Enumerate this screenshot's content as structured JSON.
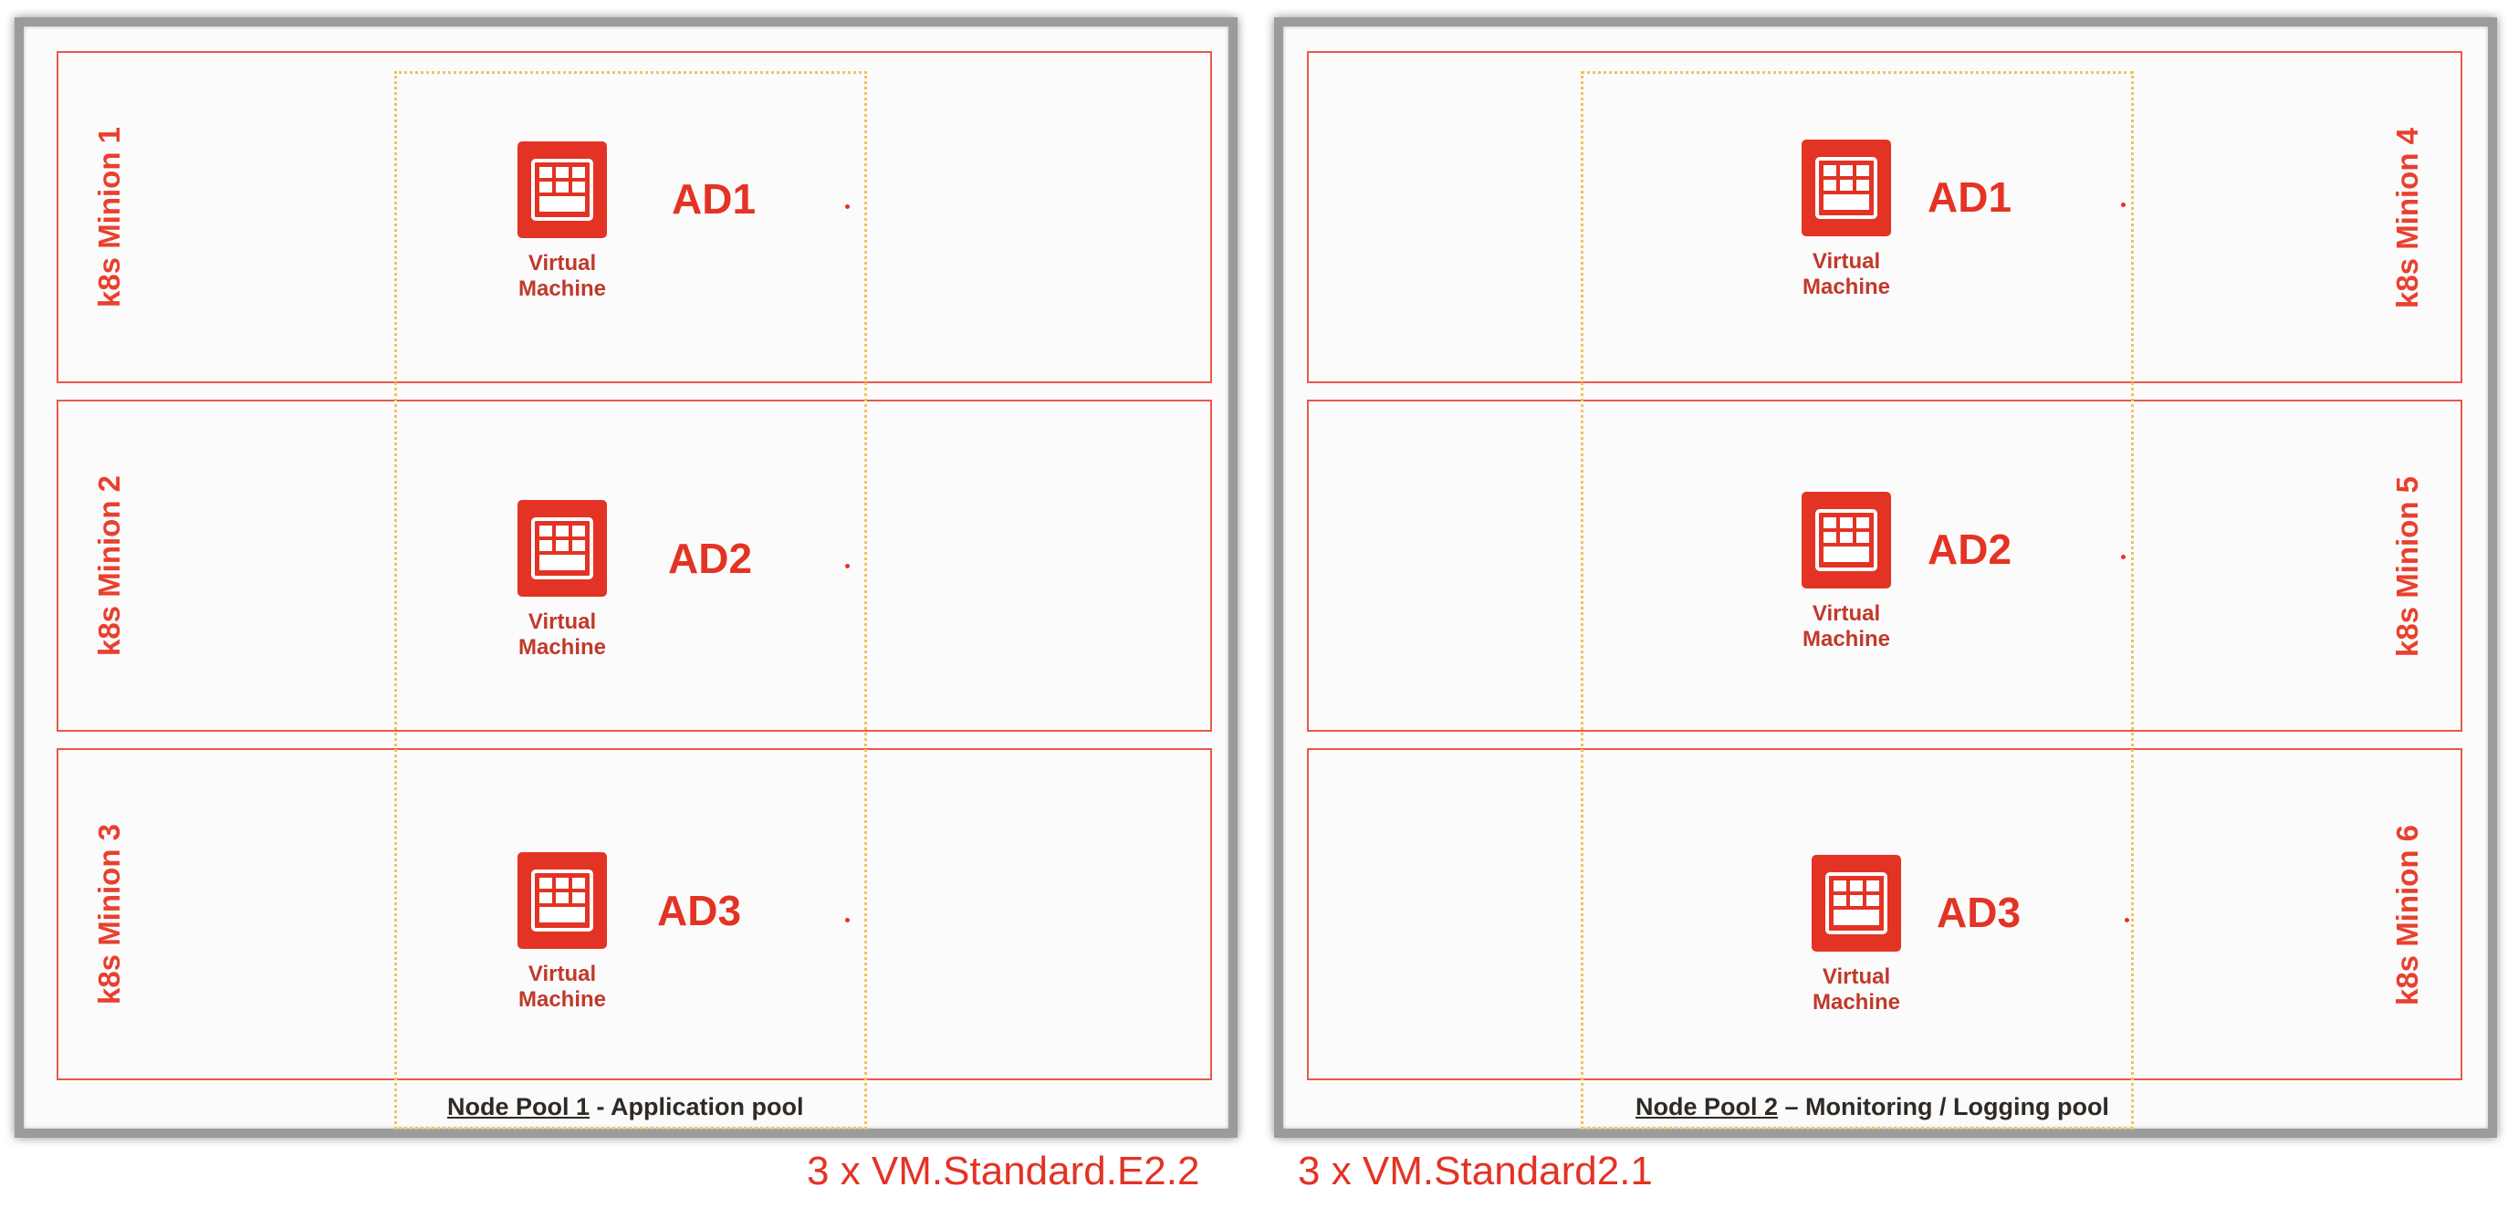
{
  "node_pools": [
    {
      "pool_name": "Node Pool 1",
      "pool_desc": " - Application pool",
      "shape": "3 x VM.Standard.E2.2",
      "minions": [
        {
          "name": "k8s Minion 1",
          "ad": "AD1",
          "vm_label_line1": "Virtual",
          "vm_label_line2": "Machine"
        },
        {
          "name": "k8s Minion 2",
          "ad": "AD2",
          "vm_label_line1": "Virtual",
          "vm_label_line2": "Machine"
        },
        {
          "name": "k8s Minion 3",
          "ad": "AD3",
          "vm_label_line1": "Virtual",
          "vm_label_line2": "Machine"
        }
      ]
    },
    {
      "pool_name": "Node Pool 2",
      "pool_desc": " – Monitoring / Logging pool",
      "shape": "3 x VM.Standard2.1",
      "minions": [
        {
          "name": "k8s Minion 4",
          "ad": "AD1",
          "vm_label_line1": "Virtual",
          "vm_label_line2": "Machine"
        },
        {
          "name": "k8s Minion 5",
          "ad": "AD2",
          "vm_label_line1": "Virtual",
          "vm_label_line2": "Machine"
        },
        {
          "name": "k8s Minion 6",
          "ad": "AD3",
          "vm_label_line1": "Virtual",
          "vm_label_line2": "Machine"
        }
      ]
    }
  ],
  "colors": {
    "accent": "#e33324",
    "row_border": "#e8594c",
    "zone_border": "#f2c25c",
    "panel_border": "#9b9b9b",
    "text_dark": "#2f2a25"
  },
  "icons": {
    "vm": "virtual-machine-icon"
  }
}
